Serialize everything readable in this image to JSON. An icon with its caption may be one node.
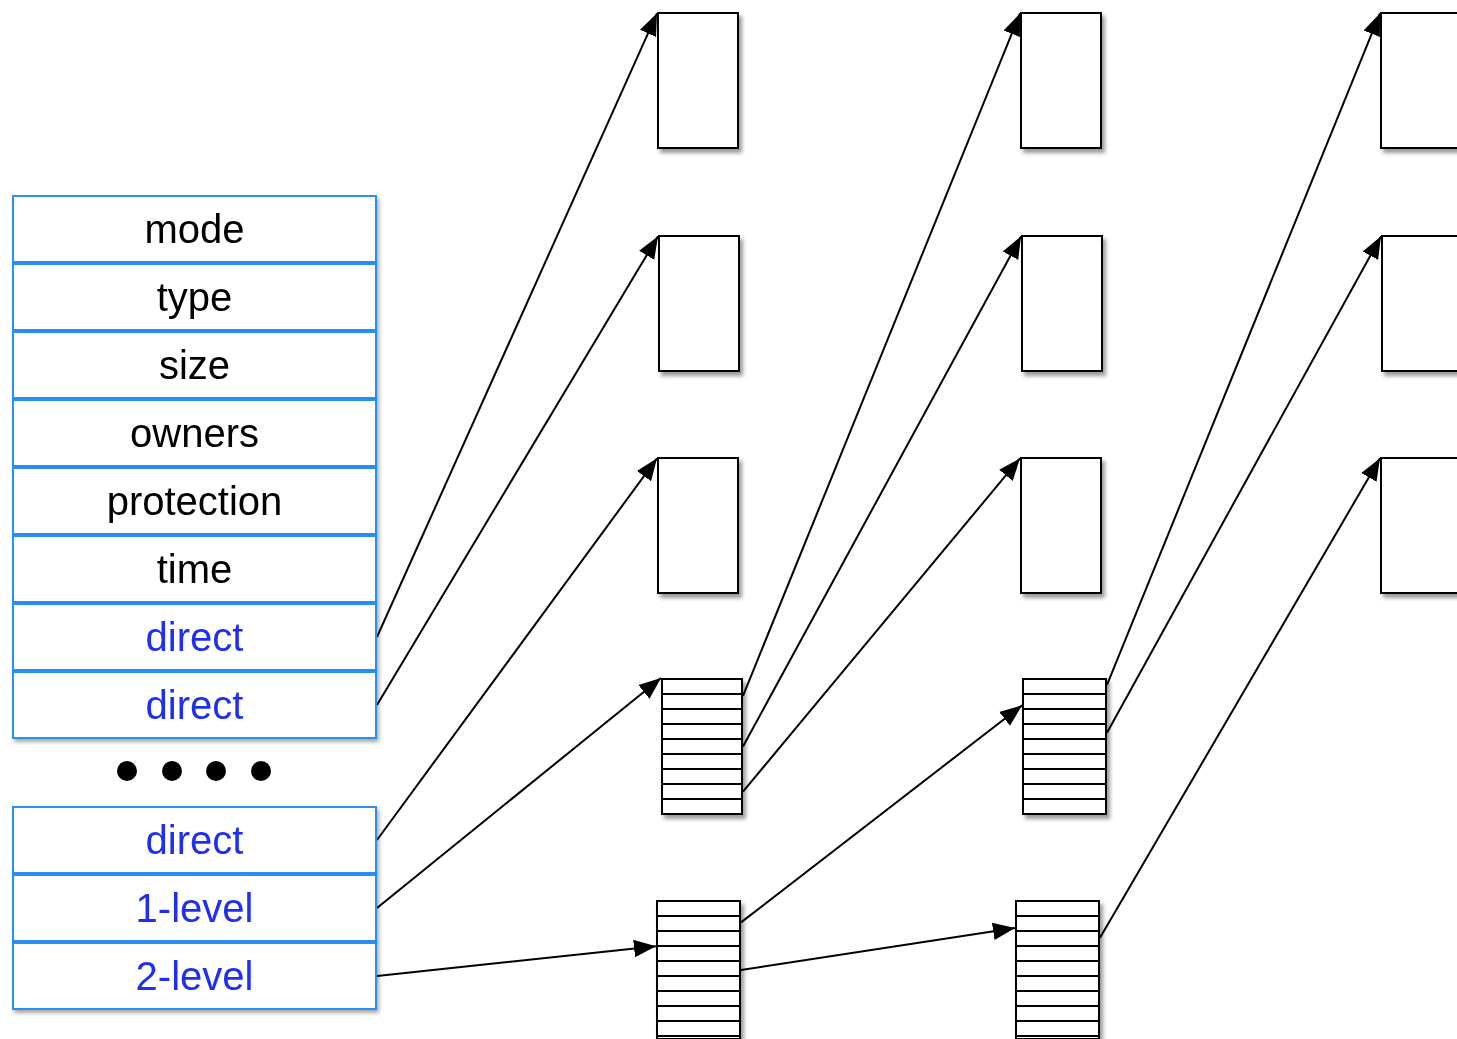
{
  "diagram": {
    "nodes": [
      {
        "text": [
          "mode"
        ]
      },
      {
        "text": [
          "type"
        ]
      },
      {
        "text": [
          "size"
        ]
      },
      {
        "text": [
          "owners"
        ]
      },
      {
        "text": [
          "protection"
        ]
      },
      {
        "text": [
          "time"
        ]
      },
      {
        "text": [
          "direct"
        ]
      },
      {
        "text": [
          "direct"
        ]
      },
      {
        "text": [
          "direct"
        ]
      },
      {
        "text": [
          "1-level"
        ]
      },
      {
        "text": [
          "2-level"
        ]
      },
      {
        "text": [],
        "shape": "box"
      },
      {
        "text": [],
        "shape": "box"
      },
      {
        "text": [],
        "shape": "box"
      },
      {
        "text": [],
        "shape": "box"
      },
      {
        "text": [],
        "shape": "box"
      },
      {
        "text": [],
        "shape": "box"
      },
      {
        "text": [],
        "shape": "box"
      },
      {
        "text": [],
        "shape": "box"
      },
      {
        "text": [],
        "shape": "box"
      },
      {
        "text": [],
        "shape": "bar"
      },
      {
        "text": [],
        "shape": "bar"
      },
      {
        "text": [],
        "shape": "bar"
      },
      {
        "text": [],
        "shape": "bar"
      }
    ],
    "edges": [
      {
        "from": 6,
        "to": 11,
        "arrow": "to"
      },
      {
        "from": 7,
        "to": 14,
        "arrow": "to"
      },
      {
        "from": 8,
        "to": 17,
        "arrow": "to"
      },
      {
        "from": 9,
        "to": 20,
        "arrow": "to"
      },
      {
        "from": 10,
        "to": 22,
        "arrow": "to"
      },
      {
        "from": 20,
        "to": 12,
        "arrow": "to"
      },
      {
        "from": 20,
        "to": 15,
        "arrow": "to"
      },
      {
        "from": 20,
        "to": 18,
        "arrow": "to"
      },
      {
        "from": 22,
        "to": 21,
        "arrow": "to"
      },
      {
        "from": 22,
        "to": 23,
        "arrow": "to"
      },
      {
        "from": 21,
        "to": 13,
        "arrow": "to"
      },
      {
        "from": 21,
        "to": 16,
        "arrow": "to"
      },
      {
        "from": 23,
        "to": 19,
        "arrow": "to"
      }
    ]
  }
}
